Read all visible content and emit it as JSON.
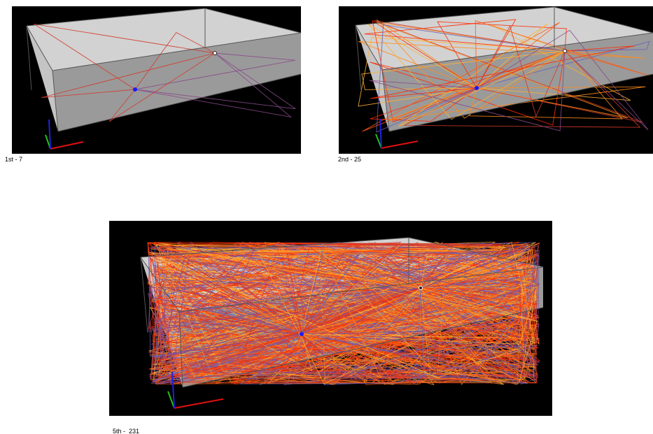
{
  "panels": [
    {
      "caption": "1st - 7",
      "order": 1,
      "path_count": 7
    },
    {
      "caption": "2nd - 25",
      "order": 2,
      "path_count": 25
    },
    {
      "caption": "5th -  231",
      "order": 5,
      "path_count": 231
    }
  ],
  "colors": {
    "background": "#000000",
    "room_face": "#c8c8c8",
    "room_edge": "#5a5a5a",
    "source": "#1a1aff",
    "receiver": "#ffffff",
    "path_palette": [
      "#ff2a00",
      "#ff5a10",
      "#ff8c1a",
      "#ffb030",
      "#d43a2a",
      "#8a4a8a",
      "#6060c0"
    ],
    "axis_x": "#e01010",
    "axis_y": "#20c020",
    "axis_z": "#2020e0"
  }
}
